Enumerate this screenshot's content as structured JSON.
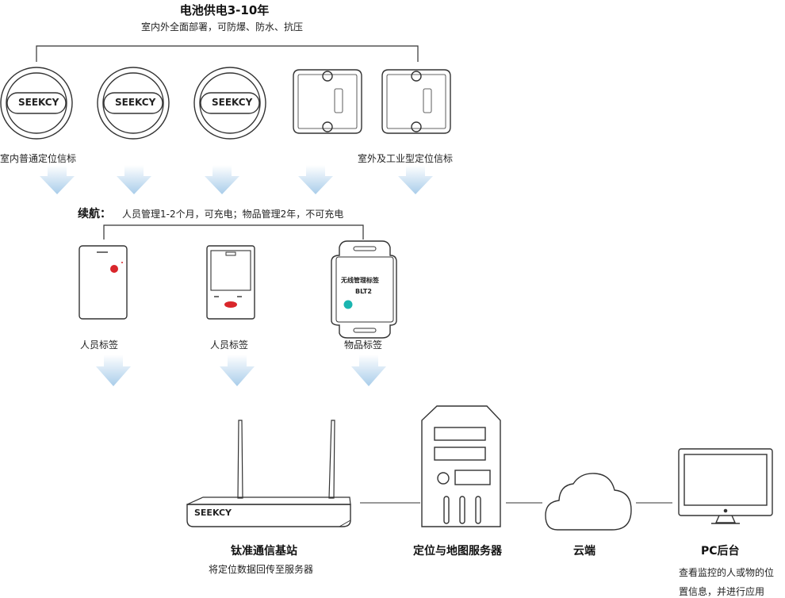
{
  "header": {
    "title": "电池供电3-10年",
    "subtitle": "室内外全面部署，可防爆、防水、抗压"
  },
  "beacons": {
    "brand_mark": "SEEKCY",
    "label_indoor": "室内普通定位信标",
    "label_outdoor": "室外及工业型定位信标"
  },
  "endurance": {
    "label": "续航：",
    "text": "人员管理1-2个月，可充电；物品管理2年，不可充电"
  },
  "tags": {
    "person_tag_1": "人员标签",
    "person_tag_2": "人员标签",
    "item_tag": "物品标签",
    "item_tag_screen_title": "无线管理标签",
    "item_tag_model": "BLT2"
  },
  "base_station": {
    "brand": "SEEKCY",
    "title": "钛准通信基站",
    "desc": "将定位数据回传至服务器"
  },
  "server": {
    "title": "定位与地图服务器"
  },
  "cloud": {
    "title": "云端"
  },
  "pc": {
    "title": "PC后台",
    "desc_line1": "查看监控的人或物的位",
    "desc_line2": "置信息，并进行应用"
  },
  "colors": {
    "arrow_top": "#ffffff",
    "arrow_bottom": "#a9cdea",
    "red_dot": "#d9262b",
    "teal_dot": "#1ab5b0",
    "line": "#333333"
  }
}
